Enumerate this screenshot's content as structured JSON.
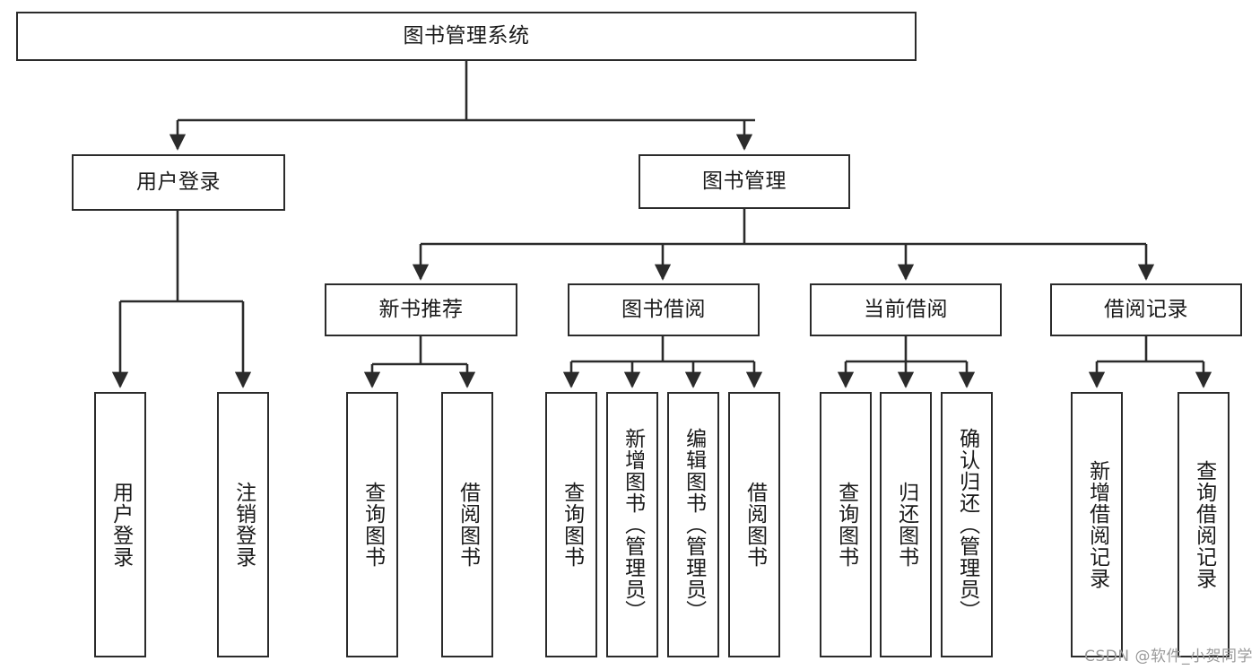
{
  "diagram": {
    "type": "tree-hierarchy-diagram",
    "title": "图书管理系统",
    "watermark": "CSDN @软件_小贺同学",
    "colors": {
      "stroke": "#2b2b2b",
      "fill": "#ffffff",
      "text": "#1a1a1a",
      "watermark": "#9a9a9a"
    },
    "nodes": {
      "root": {
        "label": "图书管理系统",
        "level": 0
      },
      "user_login": {
        "label": "用户登录",
        "level": 1
      },
      "book_manage": {
        "label": "图书管理",
        "level": 1
      },
      "new_book_rec": {
        "label": "新书推荐",
        "level": 2
      },
      "book_borrow": {
        "label": "图书借阅",
        "level": 2
      },
      "current_borrow": {
        "label": "当前借阅",
        "level": 2
      },
      "borrow_record": {
        "label": "借阅记录",
        "level": 2
      },
      "leaf_user_login": {
        "label": "用户登录",
        "level": 3
      },
      "leaf_logout": {
        "label": "注销登录",
        "level": 3
      },
      "leaf_query_book_1": {
        "label": "查询图书",
        "level": 3
      },
      "leaf_borrow_book_1": {
        "label": "借阅图书",
        "level": 3
      },
      "leaf_query_book_2": {
        "label": "查询图书",
        "level": 3
      },
      "leaf_add_book": {
        "label": "新增图书（管理员）",
        "level": 3
      },
      "leaf_edit_book": {
        "label": "编辑图书（管理员）",
        "level": 3
      },
      "leaf_borrow_book_2": {
        "label": "借阅图书",
        "level": 3
      },
      "leaf_query_book_3": {
        "label": "查询图书",
        "level": 3
      },
      "leaf_return_book": {
        "label": "归还图书",
        "level": 3
      },
      "leaf_confirm_return": {
        "label": "确认归还（管理员）",
        "level": 3
      },
      "leaf_add_record": {
        "label": "新增借阅记录",
        "level": 3
      },
      "leaf_query_record": {
        "label": "查询借阅记录",
        "level": 3
      }
    },
    "edges": [
      {
        "from": "root",
        "to": "user_login"
      },
      {
        "from": "root",
        "to": "book_manage"
      },
      {
        "from": "user_login",
        "to": "leaf_user_login"
      },
      {
        "from": "user_login",
        "to": "leaf_logout"
      },
      {
        "from": "book_manage",
        "to": "new_book_rec"
      },
      {
        "from": "book_manage",
        "to": "book_borrow"
      },
      {
        "from": "book_manage",
        "to": "current_borrow"
      },
      {
        "from": "book_manage",
        "to": "borrow_record"
      },
      {
        "from": "new_book_rec",
        "to": "leaf_query_book_1"
      },
      {
        "from": "new_book_rec",
        "to": "leaf_borrow_book_1"
      },
      {
        "from": "book_borrow",
        "to": "leaf_query_book_2"
      },
      {
        "from": "book_borrow",
        "to": "leaf_add_book"
      },
      {
        "from": "book_borrow",
        "to": "leaf_edit_book"
      },
      {
        "from": "book_borrow",
        "to": "leaf_borrow_book_2"
      },
      {
        "from": "current_borrow",
        "to": "leaf_query_book_3"
      },
      {
        "from": "current_borrow",
        "to": "leaf_return_book"
      },
      {
        "from": "current_borrow",
        "to": "leaf_confirm_return"
      },
      {
        "from": "borrow_record",
        "to": "leaf_add_record"
      },
      {
        "from": "borrow_record",
        "to": "leaf_query_record"
      }
    ]
  }
}
